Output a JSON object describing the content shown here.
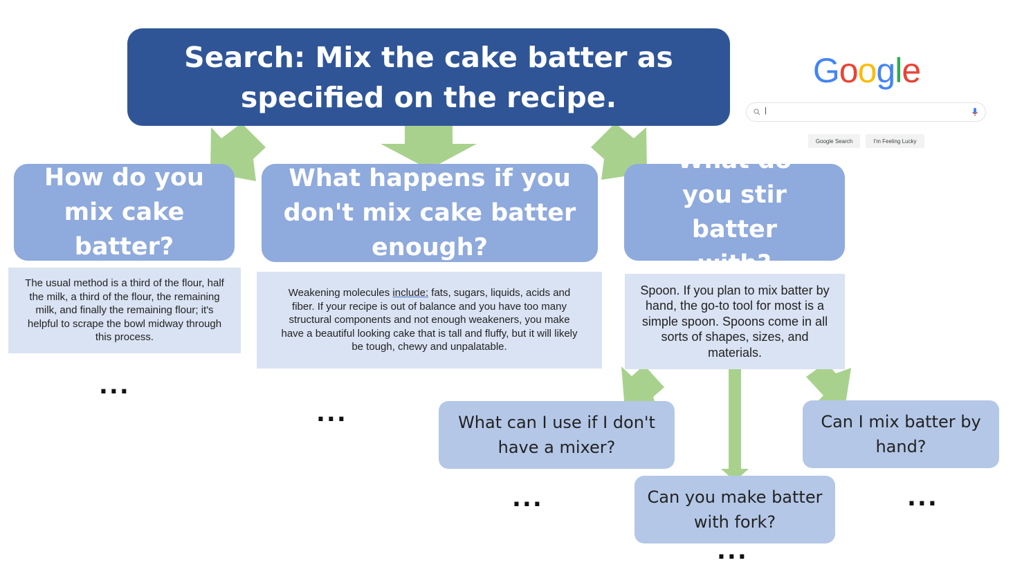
{
  "root": {
    "text": "Search: Mix the cake batter as specified on the recipe."
  },
  "google": {
    "logo": [
      "G",
      "o",
      "o",
      "g",
      "l",
      "e"
    ],
    "logo_colors": [
      "#4285f4",
      "#ea4335",
      "#fbbc05",
      "#4285f4",
      "#34a853",
      "#ea4335"
    ],
    "search_value": "|",
    "search_button": "Google Search",
    "lucky_button": "I'm Feeling Lucky",
    "search_icon": "magnifier-icon",
    "mic_icon": "microphone-icon"
  },
  "questions": {
    "q1": "How do you mix cake batter?",
    "q2": "What happens if you don't mix cake batter enough?",
    "q3": "What do you stir batter with?"
  },
  "answers": {
    "a1": "The usual method is a third of the flour, half the milk, a third of the flour, the remaining milk, and finally the remaining flour; it's helpful to scrape the bowl midway through this process.",
    "a2_before": "Weakening molecules ",
    "a2_link": "include:",
    "a2_after": " fats, sugars, liquids, acids and fiber. If your recipe is out of balance and you have too many structural components and not enough weakeners, you make have a beautiful looking cake that is tall and fluffy, but it will likely be tough, chewy and unpalatable.",
    "a3": "Spoon. If you plan to mix batter by hand, the go-to tool for most is a simple spoon. Spoons come in all sorts of shapes, sizes, and materials."
  },
  "followups": {
    "f1": "What can I use if I don't have a mixer?",
    "f2": "Can you make batter with fork?",
    "f3": "Can I mix batter by hand?"
  },
  "ellipsis": "...",
  "colors": {
    "root": "#2f5597",
    "question": "#8faadc",
    "answer": "#dae3f3",
    "followup": "#b4c7e7",
    "arrow": "#a9d18e"
  }
}
